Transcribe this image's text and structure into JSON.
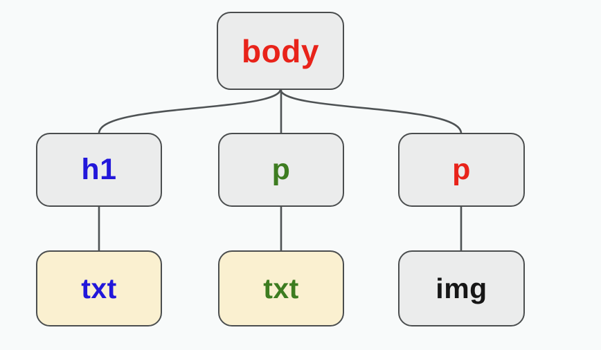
{
  "diagram": {
    "description": "DOM tree diagram",
    "colors": {
      "background": "#f8fafa",
      "node_border": "#4a4d4e",
      "connector": "#4e5254",
      "fills": {
        "gray": "#ebecec",
        "cream": "#faf0d0"
      },
      "text": {
        "red": "#e8231a",
        "blue": "#2217da",
        "green": "#3d7c20",
        "black": "#161616"
      }
    },
    "nodes": [
      {
        "id": "body",
        "label": "body",
        "text_color": "red",
        "fill": "gray"
      },
      {
        "id": "h1",
        "label": "h1",
        "text_color": "blue",
        "fill": "gray"
      },
      {
        "id": "p-middle",
        "label": "p",
        "text_color": "green",
        "fill": "gray"
      },
      {
        "id": "p-right",
        "label": "p",
        "text_color": "red",
        "fill": "gray"
      },
      {
        "id": "txt-left",
        "label": "txt",
        "text_color": "blue",
        "fill": "cream"
      },
      {
        "id": "txt-middle",
        "label": "txt",
        "text_color": "green",
        "fill": "cream"
      },
      {
        "id": "img",
        "label": "img",
        "text_color": "black",
        "fill": "gray"
      }
    ],
    "edges": [
      {
        "from": "body",
        "to": "h1"
      },
      {
        "from": "body",
        "to": "p-middle"
      },
      {
        "from": "body",
        "to": "p-right"
      },
      {
        "from": "h1",
        "to": "txt-left"
      },
      {
        "from": "p-middle",
        "to": "txt-middle"
      },
      {
        "from": "p-right",
        "to": "img"
      }
    ]
  }
}
